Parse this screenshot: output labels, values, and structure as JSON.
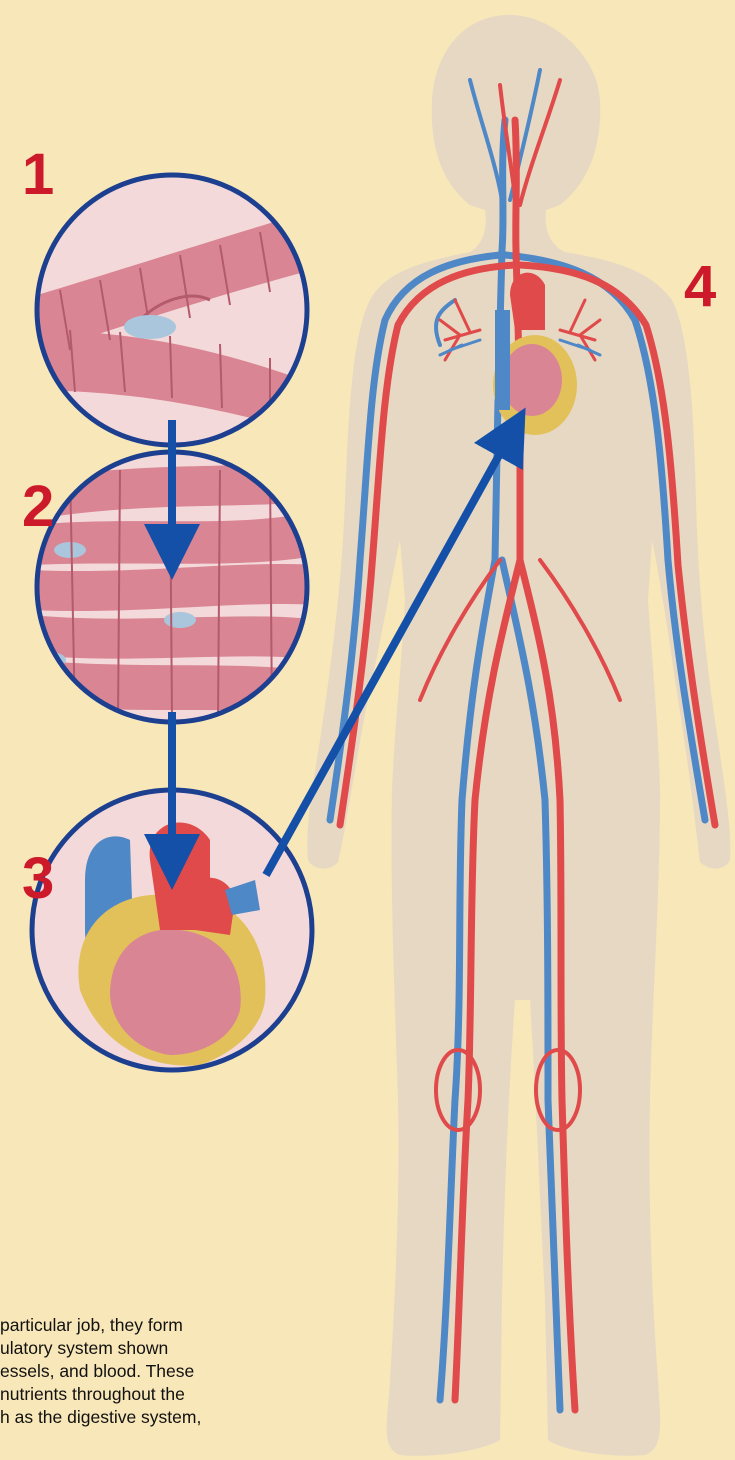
{
  "colors": {
    "background": "#f8e7b8",
    "silhouette": "#e7d8c4",
    "artery": "#e04a4a",
    "vein": "#4f88c6",
    "ring": "#1d3f8f",
    "arrow": "#1450a8",
    "number": "#cc1a2a",
    "muscle": "#d98594",
    "muscle_dark": "#b35a6c",
    "fat": "#e3c15a"
  },
  "steps": [
    {
      "number": "1",
      "icon": "muscle-cell-icon"
    },
    {
      "number": "2",
      "icon": "muscle-tissue-icon"
    },
    {
      "number": "3",
      "icon": "heart-organ-icon"
    },
    {
      "number": "4",
      "icon": "circulatory-system-icon"
    }
  ],
  "caption_lines": [
    "particular job, they form",
    "ulatory system shown",
    "essels, and blood. These",
    "nutrients throughout the",
    "h as the digestive system,"
  ]
}
